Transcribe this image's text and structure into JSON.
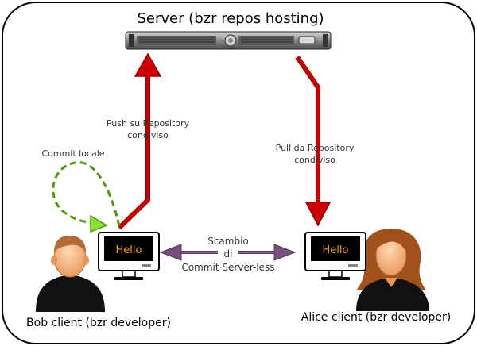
{
  "server": {
    "title": "Server (bzr repos hosting)"
  },
  "arrows": {
    "push": {
      "line1": "Push su Repository",
      "line2": "condiviso"
    },
    "pull": {
      "line1": "Pull da Repository",
      "line2": "condiviso"
    },
    "commit_local": "Commit locale",
    "exchange": {
      "line1": "Scambio",
      "line2": "di",
      "line3": "Commit Server-less"
    }
  },
  "clients": {
    "bob": {
      "label": "Bob client (bzr developer)",
      "screen_text": "Hello"
    },
    "alice": {
      "label": "Alice client (bzr developer)",
      "screen_text": "Hello"
    }
  },
  "colors": {
    "push_pull_arrow": "#cc0000",
    "commit_arrow": "#4e9a06",
    "exchange_arrow": "#6a4a7e",
    "screen_text": "#f0a000"
  }
}
